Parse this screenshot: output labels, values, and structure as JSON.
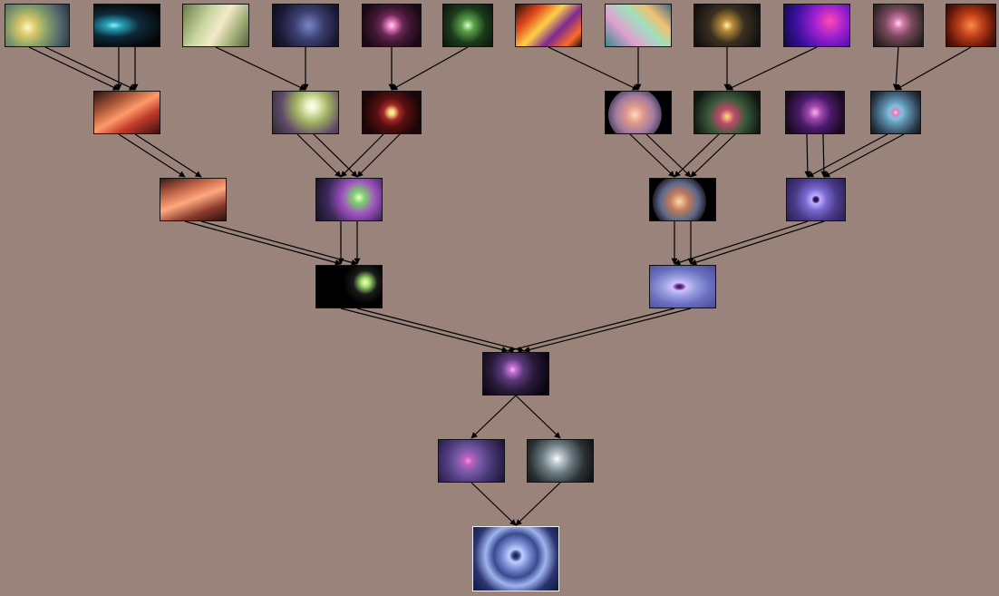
{
  "background": "#99837a",
  "edge_color": "#000000",
  "nodes": [
    {
      "id": "a1",
      "level": 0,
      "name": "golden-swirl-thumbnail",
      "bg": "radial-gradient(circle at 35% 55%, #fff6c8 0%, #d9c86a 18%, #7e9a6a 45%, #4a5f6a 75%, #2b2f3a 100%)"
    },
    {
      "id": "a2",
      "level": 0,
      "name": "teal-wave-thumbnail",
      "bg": "radial-gradient(ellipse at 30% 50%, #8ff0ff 0%, #2aa2b8 12%, #0d2a3a 40%, #050608 80%)"
    },
    {
      "id": "a3",
      "level": 0,
      "name": "pale-green-rays-thumbnail",
      "bg": "linear-gradient(120deg, #6b7a4a 0%, #c8d7a0 35%, #f3eac8 55%, #9aa770 80%, #5a6040 100%)"
    },
    {
      "id": "a4",
      "level": 0,
      "name": "blue-nebula-thumbnail",
      "bg": "radial-gradient(circle at 55% 50%, #7a86c8 0%, #3b3f70 35%, #1b1a36 70%, #0c0c1a 100%)"
    },
    {
      "id": "a5",
      "level": 0,
      "name": "pink-mandala-thumbnail",
      "bg": "radial-gradient(circle at 50% 50%, #ffd6f0 0%, #e07ab8 12%, #6e2a5a 30%, #401733 50%, #1a0814 85%)"
    },
    {
      "id": "a6",
      "level": 0,
      "name": "green-lace-thumbnail",
      "bg": "radial-gradient(circle at 50% 50%, #d8ffcc 0%, #5aa04a 20%, #1b3a1a 55%, #0a120a 100%)"
    },
    {
      "id": "a7",
      "level": 0,
      "name": "fire-feathers-thumbnail",
      "bg": "linear-gradient(135deg, #2a0f08 0%, #e0481a 25%, #ffcf4a 45%, #7a2a90 65%, #ff6a2a 85%, #2a0f08 100%)"
    },
    {
      "id": "a8",
      "level": 0,
      "name": "rainbow-glass-thumbnail",
      "bg": "linear-gradient(45deg, #3a8a8a 0%, #e0a0d0 30%, #a0e0c0 55%, #f0c070 75%, #406a8a 100%)"
    },
    {
      "id": "a9",
      "level": 0,
      "name": "golden-stars-thumbnail",
      "bg": "radial-gradient(circle at 50% 50%, #fff2a8 0%, #b88a3a 15%, #3a3020 45%, #121010 90%)"
    },
    {
      "id": "a10",
      "level": 0,
      "name": "purple-plasma-thumbnail",
      "bg": "radial-gradient(circle at 70% 40%, #ff4ab0 0%, #a020d0 30%, #3a10a0 65%, #100840 100%)"
    },
    {
      "id": "a11",
      "level": 0,
      "name": "rose-disc-thumbnail",
      "bg": "radial-gradient(circle at 50% 45%, #ffe0f0 0%, #d07aa8 15%, #7a4a5e 40%, #3a2a2e 75%, #1a1214 100%)"
    },
    {
      "id": "a12",
      "level": 0,
      "name": "copper-honeycomb-thumbnail",
      "bg": "radial-gradient(circle at 50% 50%, #ff8a4a 0%, #c0401a 35%, #6a1a0a 70%, #2a0804 100%)"
    },
    {
      "id": "b1",
      "level": 1,
      "name": "orange-flame-thumbnail",
      "bg": "linear-gradient(150deg, #2a1418 0%, #b05a3a 30%, #ff9a6a 50%, #c03a2a 70%, #3a1010 100%)"
    },
    {
      "id": "b2",
      "level": 1,
      "name": "green-bokeh-thumbnail",
      "bg": "radial-gradient(circle at 60% 35%, #ffffff 0%, #e8f0c0 12%, #a0b060 35%, #604a6a 65%, #2a2a30 100%)"
    },
    {
      "id": "b3",
      "level": 1,
      "name": "golden-eye-thumbnail",
      "bg": "radial-gradient(circle at 50% 50%, #fff6d0 0%, #ffd27a 8%, #a02a2a 22%, #5a1010 40%, #1a0608 80%)"
    },
    {
      "id": "b4",
      "level": 1,
      "name": "rainbow-sphere-thumbnail",
      "bg": "radial-gradient(circle at 45% 55%, #ffd8c0 0%, #e09a8a 20%, #a07aa0 45%, #5a4a6a 62%, #000000 63%)"
    },
    {
      "id": "b5",
      "level": 1,
      "name": "jeweled-lights-thumbnail",
      "bg": "radial-gradient(circle at 50% 60%, #ffe080 0%, #c04a6a 18%, #3a5a3a 45%, #101410 85%)"
    },
    {
      "id": "b6",
      "level": 1,
      "name": "violet-petals-thumbnail",
      "bg": "radial-gradient(circle at 50% 50%, #ffb0e0 0%, #a04ab0 18%, #4a1a6a 45%, #1a0a20 85%)"
    },
    {
      "id": "b7",
      "level": 1,
      "name": "cyan-ring-thumbnail",
      "bg": "radial-gradient(circle at 50% 50%, #ffd0f0 0%, #e080c0 8%, #80c0e0 20%, #5a8aa8 40%, #2a3a4a 75%, #101418 100%)"
    },
    {
      "id": "c1",
      "level": 2,
      "name": "peach-curl-thumbnail",
      "bg": "linear-gradient(160deg, #3a1a14 0%, #c86a4a 30%, #ffa880 50%, #8a3a2a 75%, #2a1010 100%)"
    },
    {
      "id": "c2",
      "level": 2,
      "name": "color-orbs-thumbnail",
      "bg": "radial-gradient(circle at 65% 45%, #f0ffd0 0%, #80d070 12%, #a050c0 35%, #3a2a5a 65%, #141020 100%)"
    },
    {
      "id": "c3",
      "level": 2,
      "name": "bronze-sphere-thumbnail",
      "bg": "radial-gradient(circle at 45% 55%, #ffd8a8 0%, #c07a5a 22%, #5a6a8a 45%, #2a2030 62%, #000000 64%)"
    },
    {
      "id": "c4",
      "level": 2,
      "name": "lavender-mandala-thumbnail",
      "bg": "radial-gradient(circle at 50% 50%, #1a1040 0%, #301860 6%, #c0b0ff 12%, #7a6ad0 30%, #4a3a8a 60%, #2a1e50 100%)"
    },
    {
      "id": "d1",
      "level": 3,
      "name": "coral-bouquet-thumbnail",
      "bg": "radial-gradient(circle at 75% 40%, #fff8c0 0%, #a0e070 8%, #1a1a1a 22%, #000000 40%), linear-gradient(110deg, #4a8ac0 0%, #d0704a 40%, #f09a7a 60%, #3a2a3a 100%)"
    },
    {
      "id": "d2",
      "level": 3,
      "name": "periwinkle-portal-thumbnail",
      "bg": "radial-gradient(ellipse at 45% 50%, #2a1040 0%, #5a2a8a 6%, #d0c0ff 14%, #9aa0e0 32%, #6a70c0 60%, #4a4a90 100%)"
    },
    {
      "id": "e1",
      "level": 4,
      "name": "dark-violet-kaleidoscope-thumbnail",
      "bg": "radial-gradient(circle at 45% 40%, #ffb0ff 0%, #c070d0 8%, #5a3a7a 25%, #2a1a3a 50%, #0a0610 85%)"
    },
    {
      "id": "f1",
      "level": 5,
      "name": "purple-mandala-thumbnail",
      "bg": "radial-gradient(circle at 45% 50%, #ff90e0 0%, #c060c0 10%, #7a5aa8 28%, #4a3a7a 55%, #1a1230 100%)"
    },
    {
      "id": "f2",
      "level": 5,
      "name": "silver-mandala-thumbnail",
      "bg": "radial-gradient(circle at 45% 45%, #ffffff 0%, #c0c8d0 12%, #6a7a80 35%, #2a3034 65%, #0a0c0e 100%)"
    },
    {
      "id": "g1",
      "level": 6,
      "name": "blue-final-kaleidoscope-thumbnail",
      "bg": "radial-gradient(circle at 50% 45%, #101030 0%, #3a4a8a 6%, #c0d0ff 12%, #7a8ad0 25%, #3a4a90 40%, #a0b4f0 55%, #2a3470 75%, #101838 100%)"
    }
  ],
  "edges": [
    {
      "from": "a1",
      "to": "b1"
    },
    {
      "from": "a1",
      "to": "b1"
    },
    {
      "from": "a2",
      "to": "b1"
    },
    {
      "from": "a2",
      "to": "b1"
    },
    {
      "from": "a3",
      "to": "b2"
    },
    {
      "from": "a4",
      "to": "b2"
    },
    {
      "from": "a5",
      "to": "b3"
    },
    {
      "from": "a6",
      "to": "b3"
    },
    {
      "from": "a7",
      "to": "b4"
    },
    {
      "from": "a8",
      "to": "b4"
    },
    {
      "from": "a9",
      "to": "b5"
    },
    {
      "from": "a10",
      "to": "b5"
    },
    {
      "from": "a11",
      "to": "b7"
    },
    {
      "from": "a12",
      "to": "b7"
    },
    {
      "from": "b1",
      "to": "c1"
    },
    {
      "from": "b1",
      "to": "c1"
    },
    {
      "from": "b2",
      "to": "c2"
    },
    {
      "from": "b2",
      "to": "c2"
    },
    {
      "from": "b3",
      "to": "c2"
    },
    {
      "from": "b3",
      "to": "c2"
    },
    {
      "from": "b4",
      "to": "c3"
    },
    {
      "from": "b4",
      "to": "c3"
    },
    {
      "from": "b5",
      "to": "c3"
    },
    {
      "from": "b5",
      "to": "c3"
    },
    {
      "from": "b6",
      "to": "c4"
    },
    {
      "from": "b6",
      "to": "c4"
    },
    {
      "from": "b7",
      "to": "c4"
    },
    {
      "from": "b7",
      "to": "c4"
    },
    {
      "from": "c1",
      "to": "d1"
    },
    {
      "from": "c1",
      "to": "d1"
    },
    {
      "from": "c2",
      "to": "d1"
    },
    {
      "from": "c2",
      "to": "d1"
    },
    {
      "from": "c3",
      "to": "d2"
    },
    {
      "from": "c3",
      "to": "d2"
    },
    {
      "from": "c4",
      "to": "d2"
    },
    {
      "from": "c4",
      "to": "d2"
    },
    {
      "from": "d1",
      "to": "e1"
    },
    {
      "from": "d1",
      "to": "e1"
    },
    {
      "from": "d2",
      "to": "e1"
    },
    {
      "from": "d2",
      "to": "e1"
    },
    {
      "from": "e1",
      "to": "f1"
    },
    {
      "from": "e1",
      "to": "f2"
    },
    {
      "from": "f1",
      "to": "g1"
    },
    {
      "from": "f2",
      "to": "g1"
    }
  ]
}
